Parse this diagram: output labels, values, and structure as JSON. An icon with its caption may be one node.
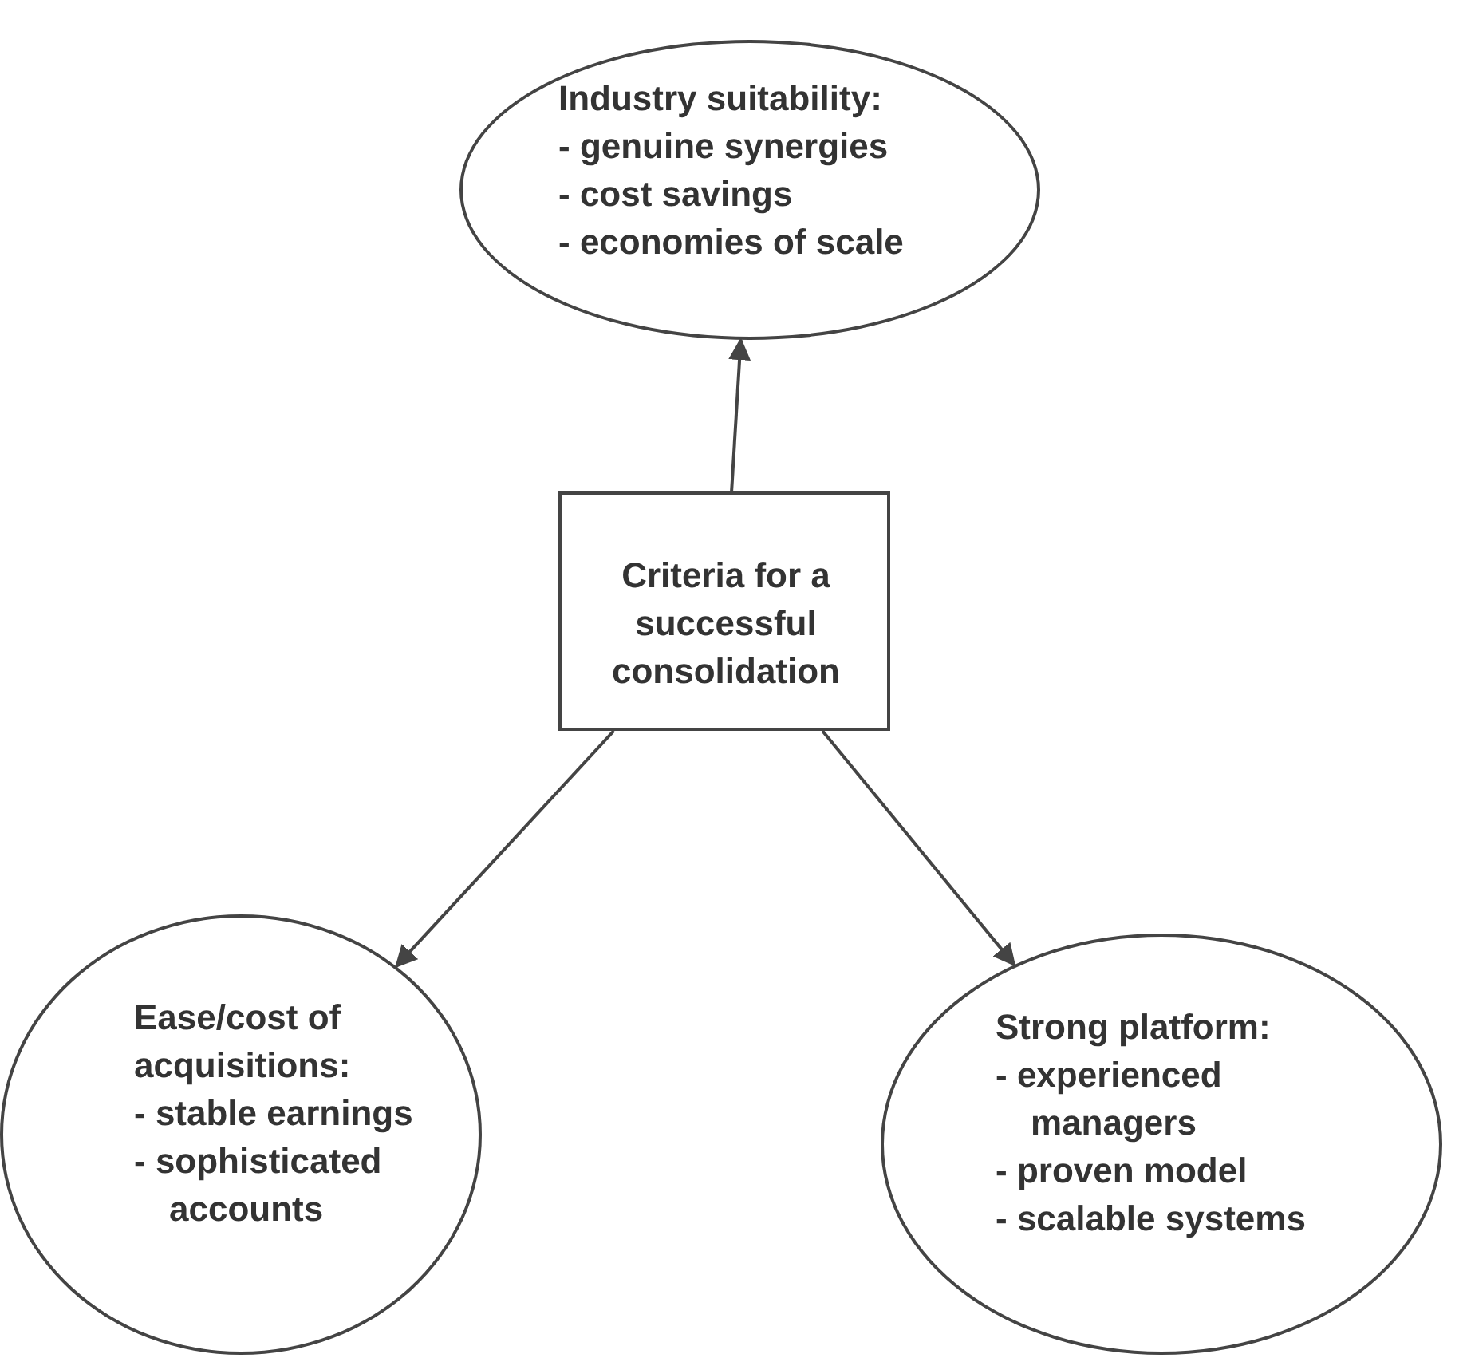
{
  "diagram": {
    "nodes": [
      {
        "text": [
          "Industry suitability:",
          "- genuine synergies",
          "- cost savings",
          "- economies of scale"
        ]
      },
      {
        "text": [
          "Criteria for a successful consolidation"
        ]
      },
      {
        "text": [
          "Ease/cost of acquisitions:",
          "- stable earnings",
          "- sophisticated accounts"
        ]
      },
      {
        "text": [
          "Strong platform:",
          "- experienced managers",
          "- proven model",
          "- scalable systems"
        ]
      }
    ],
    "edges": [
      {
        "from": 1,
        "to": 0,
        "arrow": "to"
      },
      {
        "from": 1,
        "to": 2,
        "arrow": "to"
      },
      {
        "from": 1,
        "to": 3,
        "arrow": "to"
      }
    ]
  }
}
